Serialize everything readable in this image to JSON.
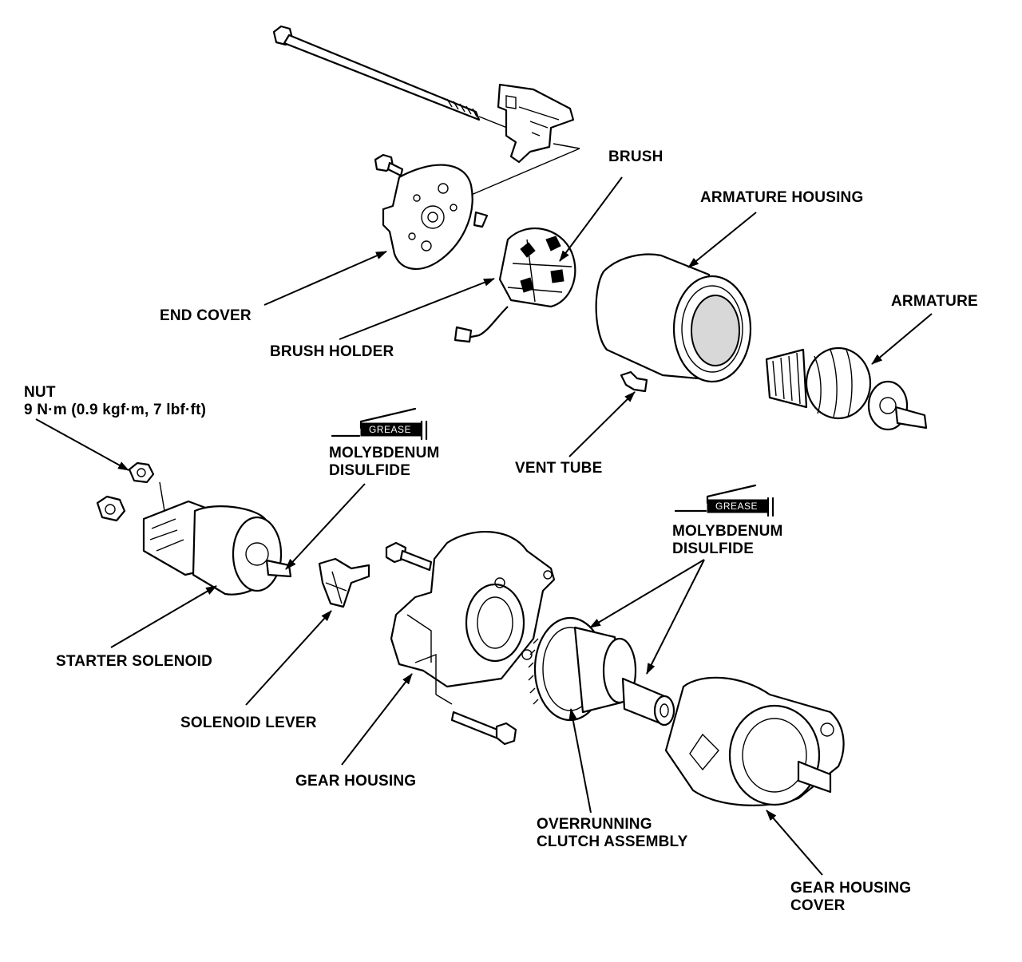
{
  "labels": {
    "brush": "BRUSH",
    "armature_housing": "ARMATURE HOUSING",
    "armature": "ARMATURE",
    "end_cover": "END COVER",
    "brush_holder": "BRUSH HOLDER",
    "nut_title": "NUT",
    "nut_torque": "9 N·m (0.9 kgf·m, 7 lbf·ft)",
    "grease_1_line1": "MOLYBDENUM",
    "grease_1_line2": "DISULFIDE",
    "vent_tube": "VENT TUBE",
    "grease_2_line1": "MOLYBDENUM",
    "grease_2_line2": "DISULFIDE",
    "starter_solenoid": "STARTER SOLENOID",
    "solenoid_lever": "SOLENOID LEVER",
    "gear_housing": "GEAR HOUSING",
    "overrunning_line1": "OVERRUNNING",
    "overrunning_line2": "CLUTCH ASSEMBLY",
    "gear_housing_cover_line1": "GEAR HOUSING",
    "gear_housing_cover_line2": "COVER"
  },
  "grease_badge": "GREASE",
  "icons": [
    "grease-gun-icon"
  ]
}
